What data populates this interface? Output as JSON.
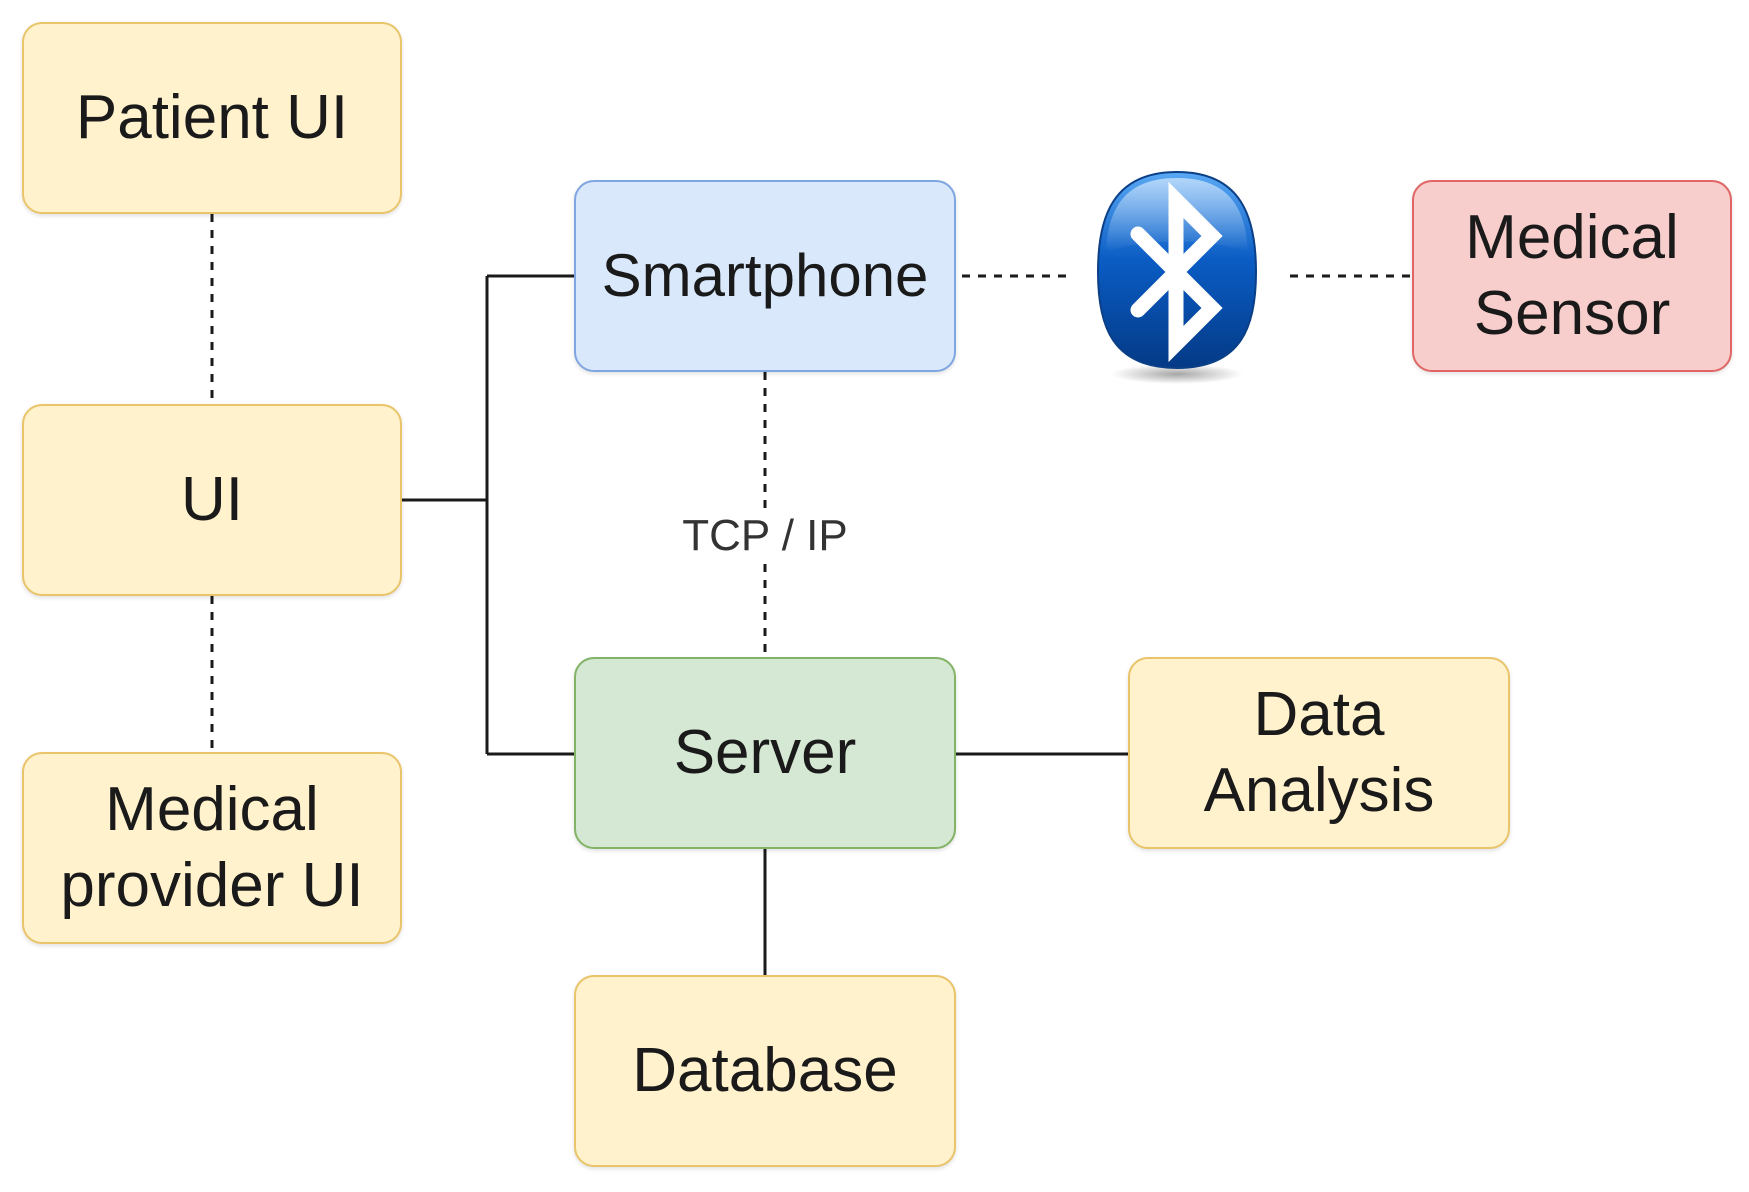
{
  "nodes": {
    "patient_ui": "Patient UI",
    "ui": "UI",
    "medical_provider_ui": "Medical\nprovider UI",
    "smartphone": "Smartphone",
    "server": "Server",
    "database": "Database",
    "data_analysis": "Data\nAnalysis",
    "medical_sensor": "Medical\nSensor"
  },
  "edges": {
    "tcp_ip_label": "TCP / IP"
  },
  "icons": {
    "link_icon": "bluetooth-icon"
  },
  "colors": {
    "yellow_fill": "#fff2cc",
    "yellow_border": "#e9c46a",
    "blue_fill": "#dae8fc",
    "blue_border": "#7ea6e0",
    "green_fill": "#d5e8d4",
    "green_border": "#82b366",
    "red_fill": "#f8cecc",
    "red_border": "#e06666",
    "bluetooth_blue": "#0a5cc4"
  }
}
